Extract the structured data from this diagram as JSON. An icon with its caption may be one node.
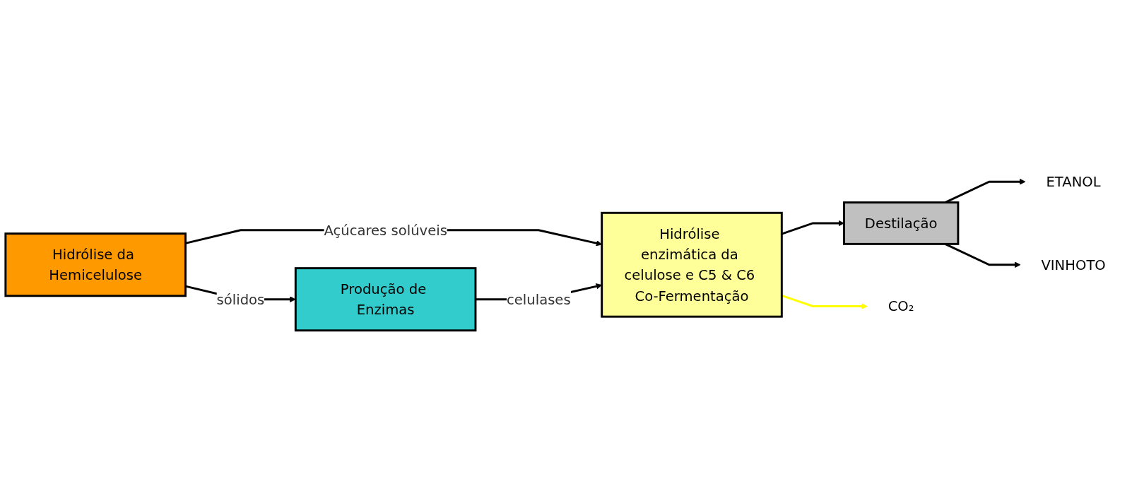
{
  "diagram": {
    "nodes": [
      {
        "text": [
          "Hidrólise da Hemicelulose"
        ]
      },
      {
        "text": [
          "Produção de Enzimas"
        ]
      },
      {
        "text": [
          "Hidrólise enzimática da celulose e C5 & C6 Co-Fermentação"
        ]
      },
      {
        "text": [
          "Destilação"
        ]
      },
      {
        "text": [
          "CO₂"
        ]
      },
      {
        "text": [
          "ETANOL"
        ]
      },
      {
        "text": [
          "VINHOTO"
        ]
      }
    ],
    "edges": [
      {
        "from": 0,
        "to": 1,
        "arrow": "to",
        "label": "sólidos"
      },
      {
        "from": 0,
        "to": 2,
        "arrow": "to",
        "label": "Açúcares solúveis"
      },
      {
        "from": 1,
        "to": 2,
        "arrow": "to",
        "label": "celulases"
      },
      {
        "from": 2,
        "to": 4,
        "arrow": "to",
        "color": "#ffff00"
      },
      {
        "from": 2,
        "to": 3,
        "arrow": "to"
      },
      {
        "from": 3,
        "to": 5,
        "arrow": "to"
      },
      {
        "from": 3,
        "to": 6,
        "arrow": "to"
      }
    ]
  }
}
